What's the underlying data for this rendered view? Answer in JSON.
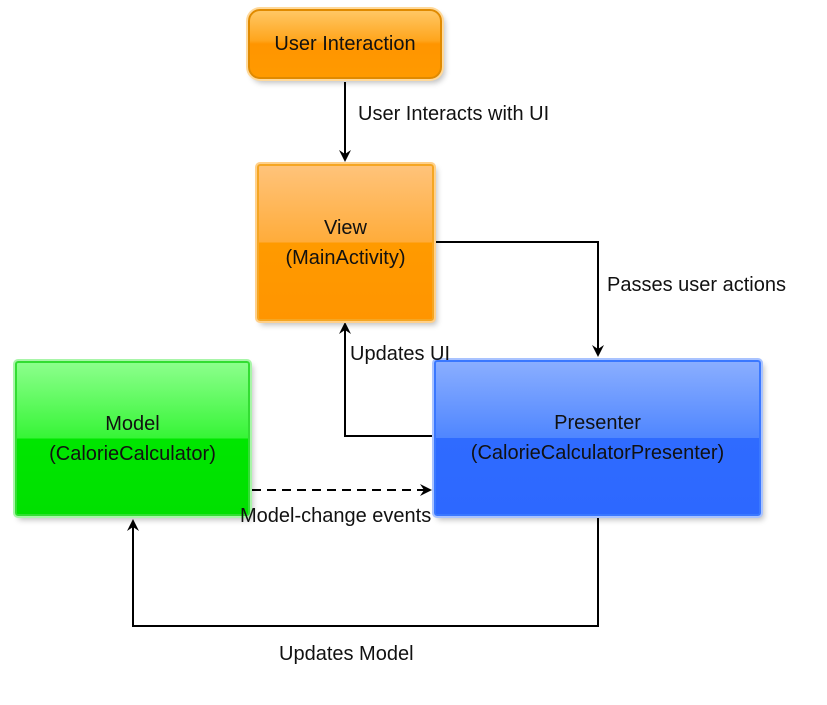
{
  "nodes": {
    "user": {
      "label": "User Interaction"
    },
    "view": {
      "title": "View",
      "subtitle": "(MainActivity)"
    },
    "model": {
      "title": "Model",
      "subtitle": "(CalorieCalculator)"
    },
    "presenter": {
      "title": "Presenter",
      "subtitle": "(CalorieCalculatorPresenter)"
    }
  },
  "edges": {
    "user_to_view": "User Interacts with UI",
    "view_to_presenter": "Passes user actions",
    "presenter_to_view": "Updates UI",
    "model_to_presenter": "Model-change events",
    "presenter_to_model": "Updates Model"
  },
  "colors": {
    "user": "#ff9a00",
    "view": "#ff9a00",
    "model": "#00e600",
    "presenter": "#2f6bff",
    "edge": "#000000"
  }
}
